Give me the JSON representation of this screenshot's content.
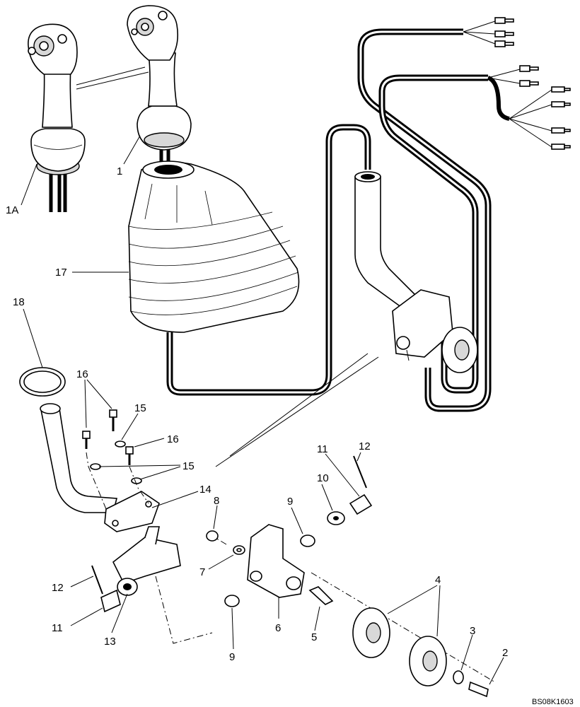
{
  "callouts": [
    {
      "id": "c1A",
      "text": "1A"
    },
    {
      "id": "c1",
      "text": "1"
    },
    {
      "id": "c17",
      "text": "17"
    },
    {
      "id": "c18",
      "text": "18"
    },
    {
      "id": "c16a",
      "text": "16"
    },
    {
      "id": "c15a",
      "text": "15"
    },
    {
      "id": "c16b",
      "text": "16"
    },
    {
      "id": "c15b",
      "text": "15"
    },
    {
      "id": "c14",
      "text": "14"
    },
    {
      "id": "c8",
      "text": "8"
    },
    {
      "id": "c7",
      "text": "7"
    },
    {
      "id": "c9a",
      "text": "9"
    },
    {
      "id": "c10",
      "text": "10"
    },
    {
      "id": "c11a",
      "text": "11"
    },
    {
      "id": "c12a",
      "text": "12"
    },
    {
      "id": "c12b",
      "text": "12"
    },
    {
      "id": "c11b",
      "text": "11"
    },
    {
      "id": "c13",
      "text": "13"
    },
    {
      "id": "c6",
      "text": "6"
    },
    {
      "id": "c5",
      "text": "5"
    },
    {
      "id": "c9b",
      "text": "9"
    },
    {
      "id": "c4",
      "text": "4"
    },
    {
      "id": "c3",
      "text": "3"
    },
    {
      "id": "c2",
      "text": "2"
    }
  ],
  "drawing_code": "BS08K1603"
}
